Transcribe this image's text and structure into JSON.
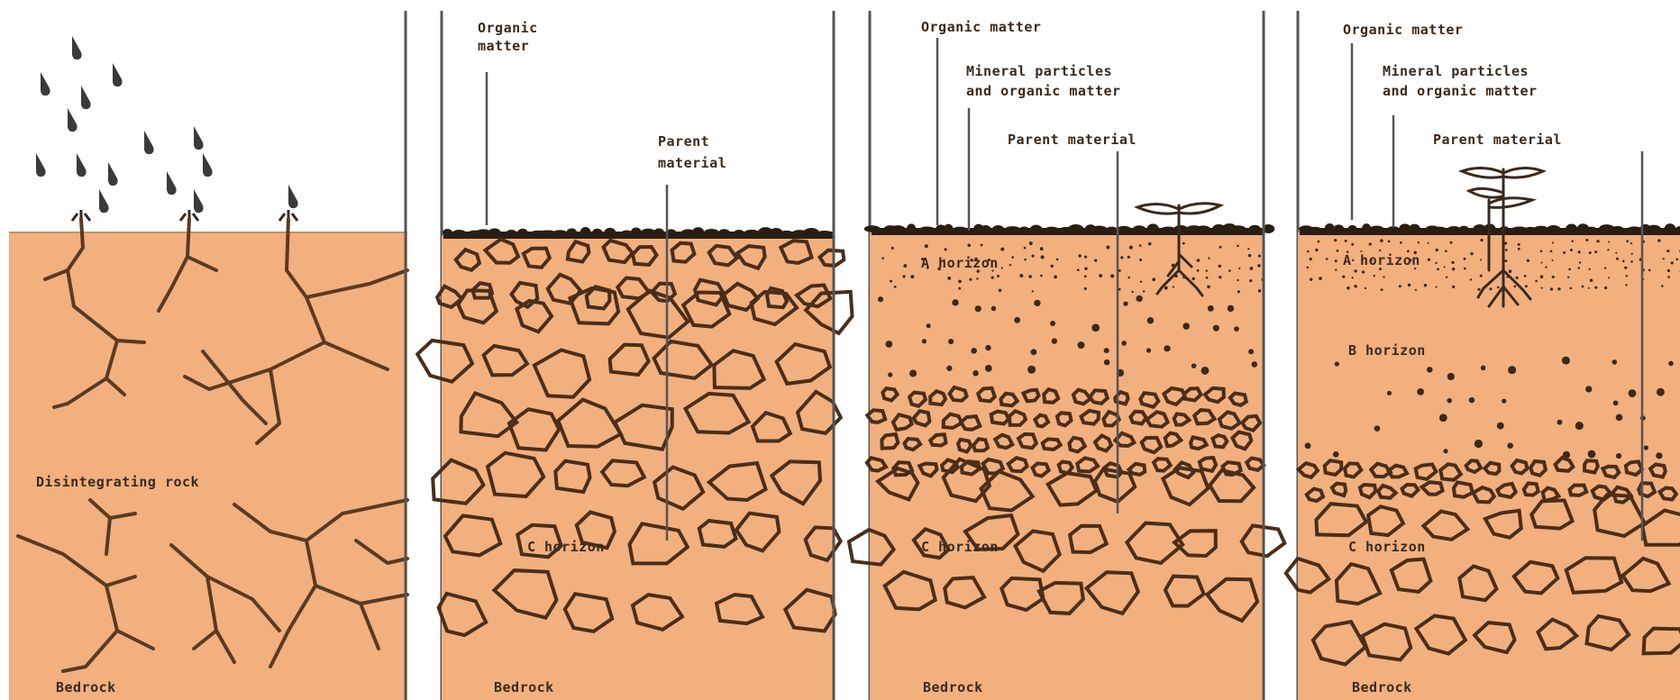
{
  "colors": {
    "soil": "#f2b07e",
    "crack": "#5a3a22",
    "ink": "#3a2a1c",
    "divider": "#555555",
    "background": "#ffffff"
  },
  "panels": [
    {
      "labels": {
        "rock": "Disintegrating rock",
        "bedrock": "Bedrock"
      },
      "icons": [
        "rain-icon",
        "crack-pattern"
      ]
    },
    {
      "labels": {
        "organic": [
          "Organic",
          "matter"
        ],
        "parent": [
          "Parent",
          "material"
        ],
        "c_horizon": "C horizon",
        "bedrock": "Bedrock"
      },
      "icons": [
        "rock-fragments"
      ]
    },
    {
      "labels": {
        "organic": "Organic matter",
        "mineral": [
          "Mineral particles",
          "and organic matter"
        ],
        "parent": "Parent material",
        "a_horizon": "A horizon",
        "c_horizon": "C horizon",
        "bedrock": "Bedrock"
      },
      "icons": [
        "plant-icon",
        "rock-fragments"
      ]
    },
    {
      "labels": {
        "organic": "Organic matter",
        "mineral": [
          "Mineral particles",
          "and organic matter"
        ],
        "parent": "Parent material",
        "a_horizon": "A horizon",
        "b_horizon": "B horizon",
        "c_horizon": "C horizon",
        "bedrock": "Bedrock"
      },
      "icons": [
        "plant-icon",
        "rock-fragments"
      ]
    }
  ]
}
